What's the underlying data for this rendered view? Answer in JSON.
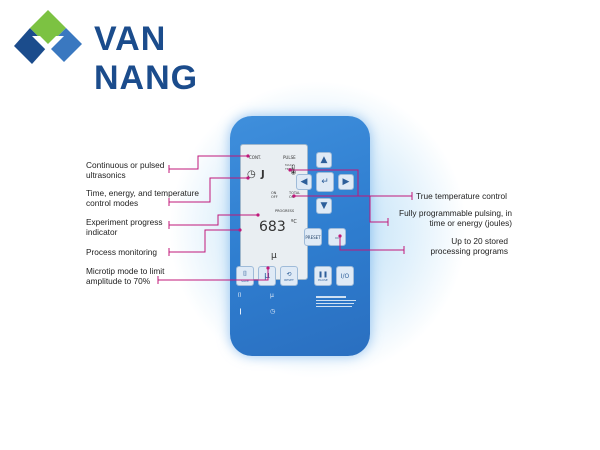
{
  "brand": {
    "name": "VAN NANG",
    "color": "#1b4c8c",
    "accent": "#7cc242"
  },
  "panel": {
    "lcd": {
      "mode_cont": "CONT.",
      "mode_pulse": "PULSE",
      "onoff": "ON\nOFF",
      "total_on": "TOTAL\nON",
      "progress": "PROGRESS",
      "reading": "683",
      "unit": "ºC",
      "mu": "μ",
      "max_temp": "MAX\nTEMP"
    },
    "buttons": {
      "up": "▲",
      "down": "▼",
      "left": "◀",
      "right": "▶",
      "enter": "↵",
      "preset": "PRESET",
      "save": "SAVE",
      "micro": "μ",
      "reset": "RESET",
      "pause": "PAUSE",
      "start_stop": "I/O"
    }
  },
  "callouts": {
    "left": [
      "Continuous or pulsed\nultrasonics",
      "Time, energy, and temperature\ncontrol modes",
      "Experiment progress\nindicator",
      "Process monitoring",
      "Microtip mode to limit\namplitude to 70%"
    ],
    "right": [
      "True temperature control",
      "Fully programmable pulsing, in\ntime or energy (joules)",
      "Up to 20 stored\nprocessing programs"
    ]
  },
  "colors": {
    "line": "#c0187a",
    "panel": "#2f7ed0",
    "lcd": "#e9eef2"
  }
}
